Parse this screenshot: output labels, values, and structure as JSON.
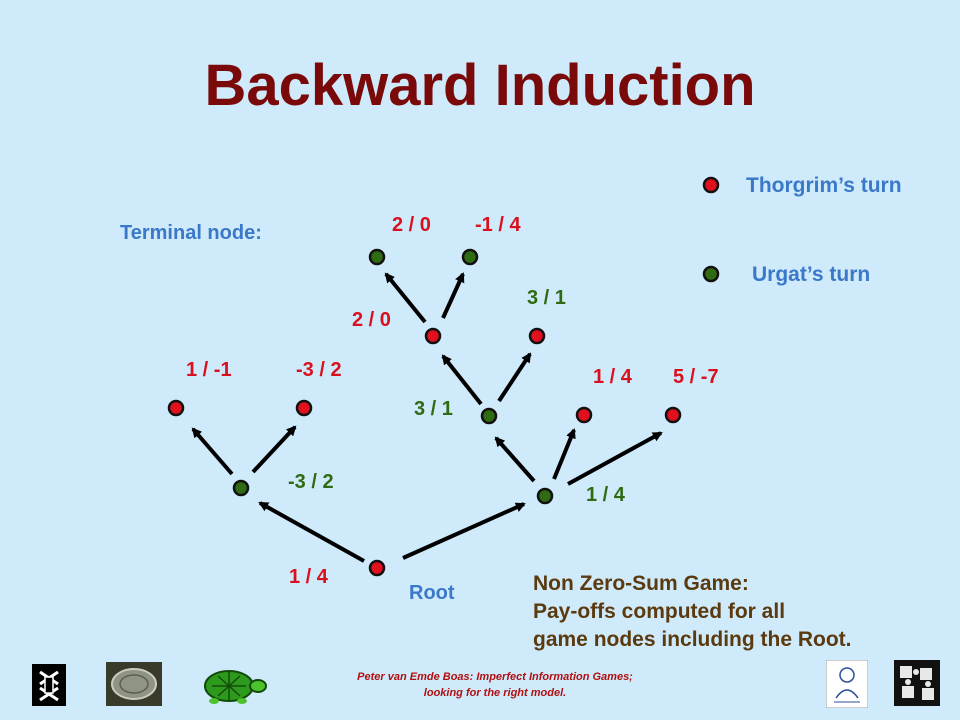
{
  "title": "Backward Induction",
  "terminal_label": "Terminal node:",
  "legend": {
    "thorgrim": "Thorgrim’s turn",
    "urgat": "Urgat’s turn",
    "thorgrim_color": "#e0101d",
    "urgat_color": "#2f6b12"
  },
  "payoffs": {
    "t1": "2 / 0",
    "t2": "-1 / 4",
    "n_top": "2 / 0",
    "t3": "3 / 1",
    "t4": "1 / -1",
    "t5": "-3 / 2",
    "n_mid": "3 / 1",
    "t6": "1 / 4",
    "t7": "5 / -7",
    "n_left": "-3 / 2",
    "n_right": "1 / 4",
    "root": "1 / 4"
  },
  "root_label": "Root",
  "note": {
    "line1": "Non Zero-Sum Game:",
    "line2": "Pay-offs computed for all",
    "line3": "game nodes including the Root."
  },
  "footer": {
    "line1": "Peter van Emde Boas: Imperfect Information Games;",
    "line2": "looking for the right model."
  },
  "logos": [
    "university-seal-logo",
    "coin-logo",
    "turtle-logo",
    "person-cartoon-logo",
    "puzzle-pieces-logo"
  ]
}
